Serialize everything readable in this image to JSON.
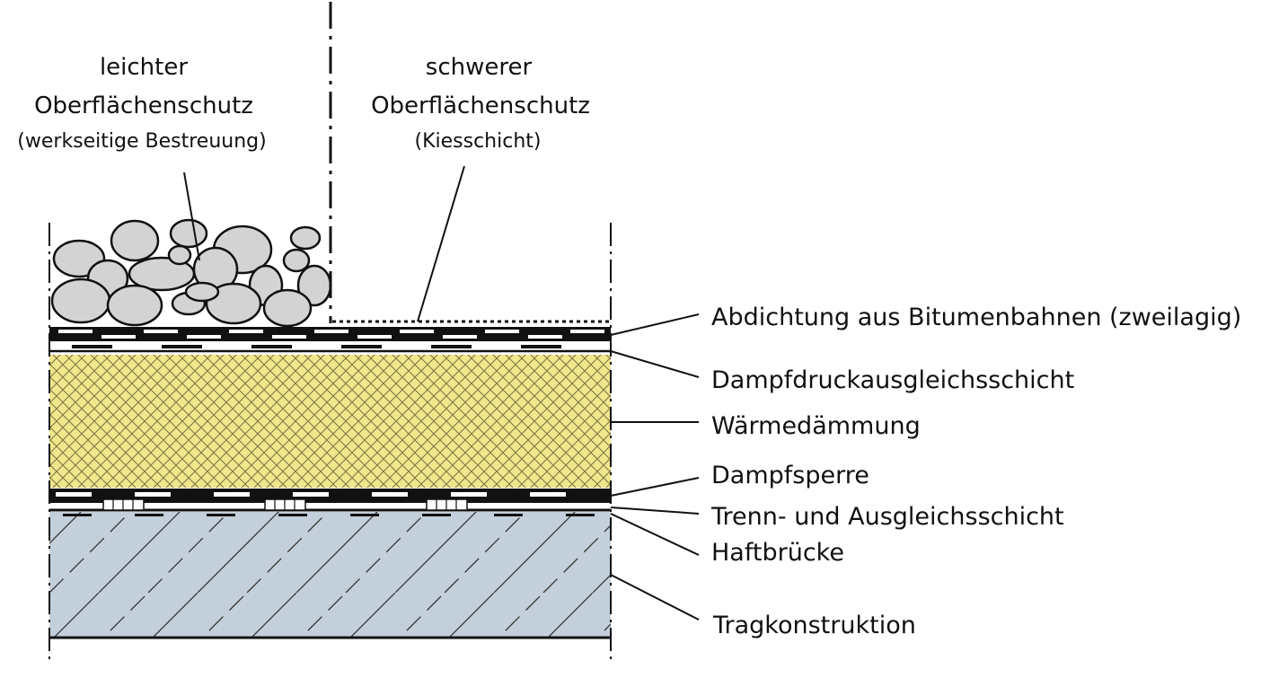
{
  "diagram": {
    "left_label": {
      "line1": "leichter",
      "line2": "Oberflächenschutz",
      "line3": "(werkseitige Bestreuung)"
    },
    "right_label": {
      "line1": "schwerer",
      "line2": "Oberflächenschutz",
      "line3": "(Kiesschicht)"
    },
    "layers": [
      {
        "label": "Abdichtung aus Bitumenbahnen (zweilagig)"
      },
      {
        "label": "Dampfdruckausgleichsschicht"
      },
      {
        "label": "Wärmedämmung"
      },
      {
        "label": "Dampfsperre"
      },
      {
        "label": "Trenn- und  Ausgleichsschicht"
      },
      {
        "label": "Haftbrücke"
      },
      {
        "label": "Tragkonstruktion"
      }
    ],
    "colors": {
      "insulation": "#f0e68c",
      "insulation_hatch": "#7a7340",
      "structure": "#c3d0dc",
      "gravel": "#d3d3d3",
      "line": "#111111"
    }
  }
}
